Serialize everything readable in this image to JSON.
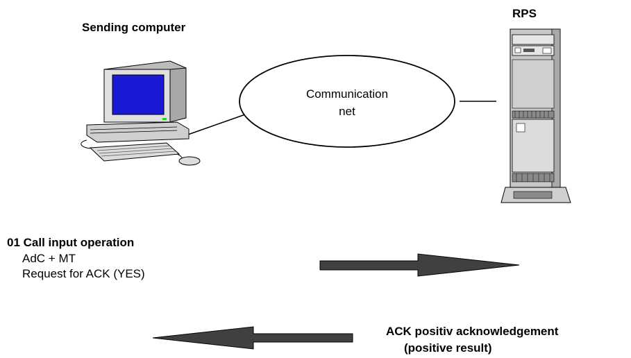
{
  "labels": {
    "sending_computer": "Sending computer",
    "rps": "RPS",
    "communication_net": [
      "Communication",
      "net"
    ]
  },
  "step_01": {
    "title": "01 Call input operation",
    "lines": [
      "AdC + MT",
      "Request for ACK (YES)"
    ]
  },
  "ack": {
    "title": "ACK positiv acknowledgement",
    "subtitle": "(positive result)"
  },
  "colors": {
    "monitor_screen": "#1a1ad6",
    "arrow_fill": "#404040",
    "device_gray": "#d8d8d8",
    "server_gray": "#c8c8c8",
    "outline": "#000000"
  },
  "icons": [
    "computer-icon",
    "server-icon"
  ]
}
